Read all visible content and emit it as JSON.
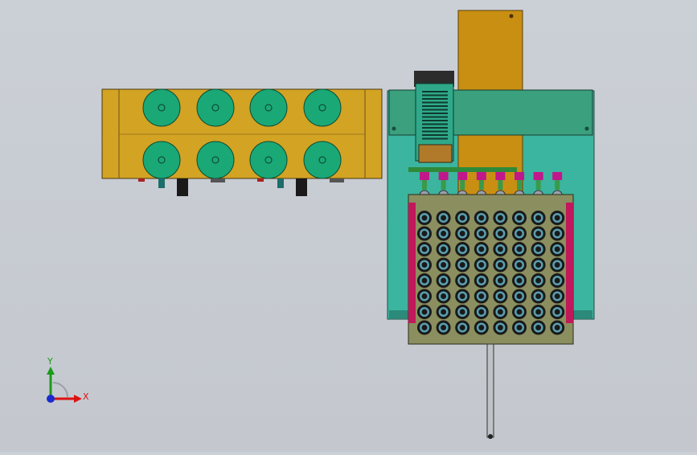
{
  "viewport": {
    "background_top": "#cbd0d6",
    "background_bottom": "#c4c8ce"
  },
  "model": {
    "left_unit": {
      "plate_color": "#d3a324",
      "roller_color": "#1aa876",
      "roller_count": 8
    },
    "right_unit": {
      "frame_color": "#3bb59f",
      "slide_color": "#c98f12",
      "top_bar_color": "#3aa07e",
      "tray_color": "#8b8f5f",
      "side_rail_color": "#c0185a",
      "cell_rows": 8,
      "cell_cols": 8,
      "finger_count": 8
    }
  },
  "triad": {
    "x_label": "X",
    "y_label": "Y",
    "x_color": "#d11",
    "y_color": "#1a9a1a",
    "z_color": "#1a2ad0"
  }
}
